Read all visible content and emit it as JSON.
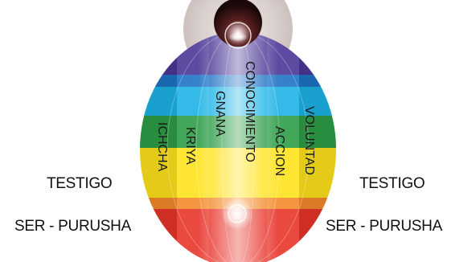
{
  "left_labels": {
    "testigo": "TESTIGO",
    "ser": "SER - PURUSHA"
  },
  "right_labels": {
    "testigo": "TESTIGO",
    "ser": "SER - PURUSHA"
  },
  "egg": {
    "colors": {
      "band_violet": "#4a3796",
      "band_blue": "#1f73c5",
      "band_cyan": "#1eb3e6",
      "band_green": "#2e9e48",
      "band_yellow": "#ffe21c",
      "band_orange": "#f48a2b",
      "band_red": "#e8352a",
      "halo": "#d9cfcc",
      "top_orb": "#2a1212"
    },
    "inner_labels": {
      "ichcha": "ICHCHA",
      "kriya": "KRIYA",
      "gnana": "GNANA",
      "conocimiento": "CONOCIMIENTO",
      "accion": "ACCION",
      "voluntad": "VOLUNTAD"
    }
  }
}
